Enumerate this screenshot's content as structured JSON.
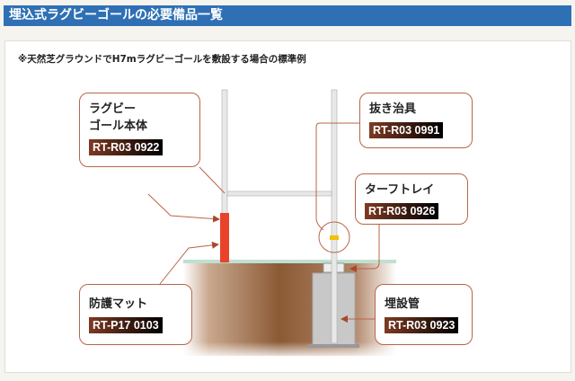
{
  "header": {
    "title": "埋込式ラグビーゴールの必要備品一覧"
  },
  "note": "※天然芝グラウンドでH7mラグビーゴールを敷設する場合の標準例",
  "callouts": [
    {
      "title_line1": "ラグビー",
      "title_line2": "ゴール本体",
      "code": "RT-R03 0922"
    },
    {
      "title": "抜き治具",
      "code": "RT-R03 0991"
    },
    {
      "title": "ターフトレイ",
      "code": "RT-R03 0926"
    },
    {
      "title": "防護マット",
      "code": "RT-P17 0103"
    },
    {
      "title": "埋設管",
      "code": "RT-R03 0923"
    }
  ],
  "colors": {
    "header": "#2f70b5",
    "accent": "#b8654a",
    "mat": "#e8432a",
    "soil": "#8b5a35"
  }
}
